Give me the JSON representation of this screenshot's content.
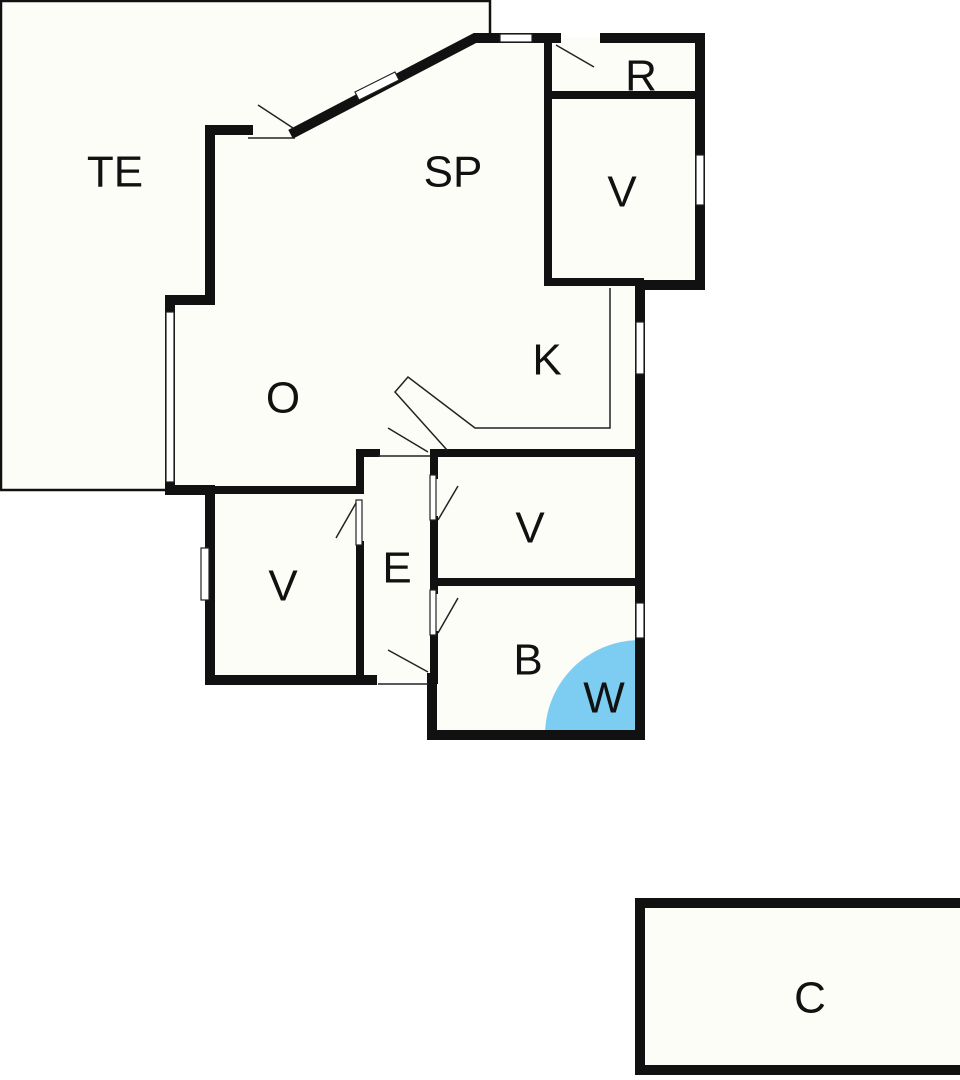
{
  "plan": {
    "fill_color": "#fdfdf8",
    "wall_color": "#111111",
    "highlight_color": "#7dcdf2",
    "rooms": {
      "terrace": "TE",
      "sp": "SP",
      "r": "R",
      "v_top": "V",
      "kitchen": "K",
      "o": "O",
      "v_middle": "V",
      "entrance": "E",
      "v_left": "V",
      "bath": "B",
      "w": "W",
      "c": "C"
    }
  }
}
